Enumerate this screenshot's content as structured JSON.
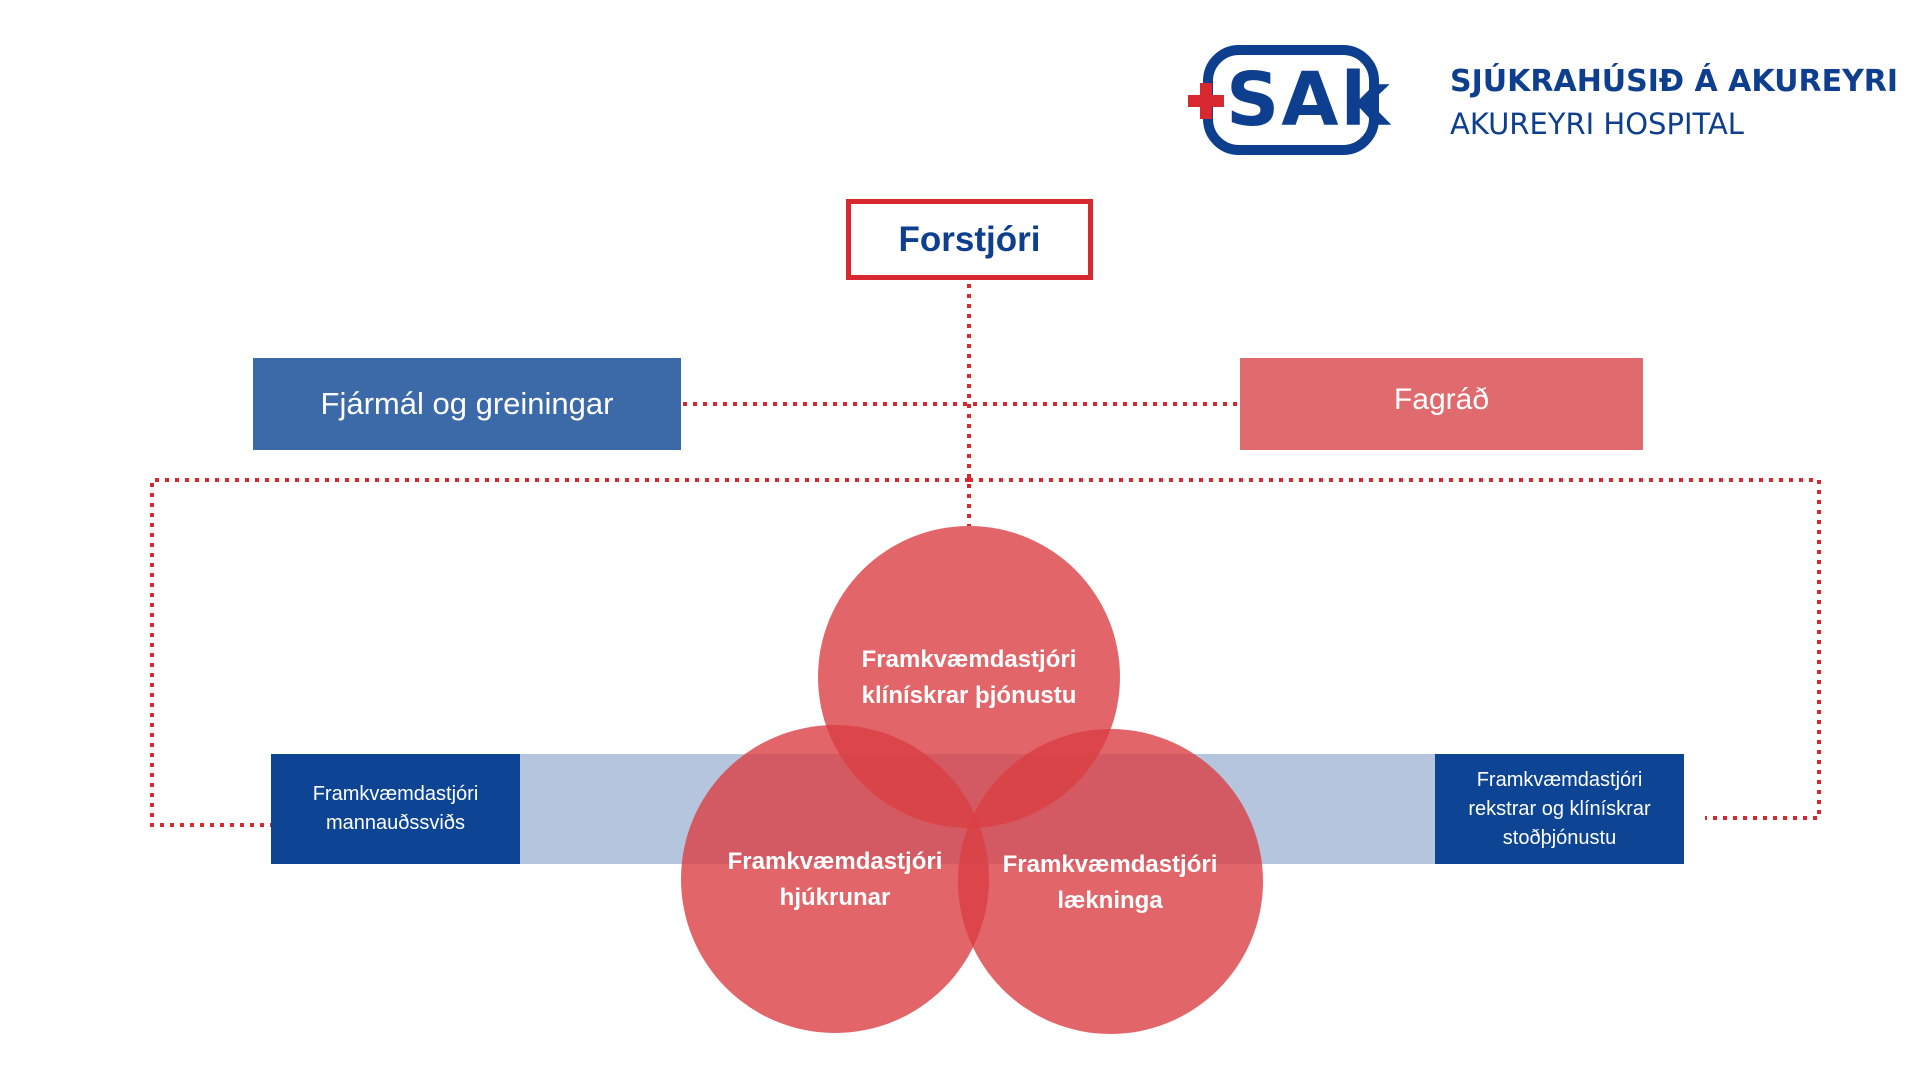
{
  "logo": {
    "badge_text": "SAk",
    "name": "SJÚKRAHÚSIÐ Á AKUREYRI",
    "subtitle": "AKUREYRI HOSPITAL"
  },
  "director": {
    "label": "Forstjóri"
  },
  "side_units": {
    "finance": "Fjármál og greiningar",
    "council": "Fagráð"
  },
  "executives": {
    "hr": {
      "line1": "Framkvæmdastjóri",
      "line2": "mannauðssviðs"
    },
    "operations": {
      "line1": "Framkvæmdastjóri",
      "line2": "rekstrar og klínískrar",
      "line3": "stoðþjónustu"
    },
    "clinical_services": {
      "line1": "Framkvæmdastjóri",
      "line2": "klínískrar þjónustu"
    },
    "nursing": {
      "line1": "Framkvæmdastjóri",
      "line2": "hjúkrunar"
    },
    "medicine": {
      "line1": "Framkvæmdastjóri",
      "line2": "lækninga"
    }
  },
  "colors": {
    "brand_blue": "#0d3f8e",
    "brand_red": "#d7282f",
    "finance_blue": "#3c6aa8",
    "council_red": "#e06b6f",
    "band_light_blue": "#b5c5dd",
    "executive_blue": "#0d4594",
    "circle_red": "#db3e44"
  }
}
